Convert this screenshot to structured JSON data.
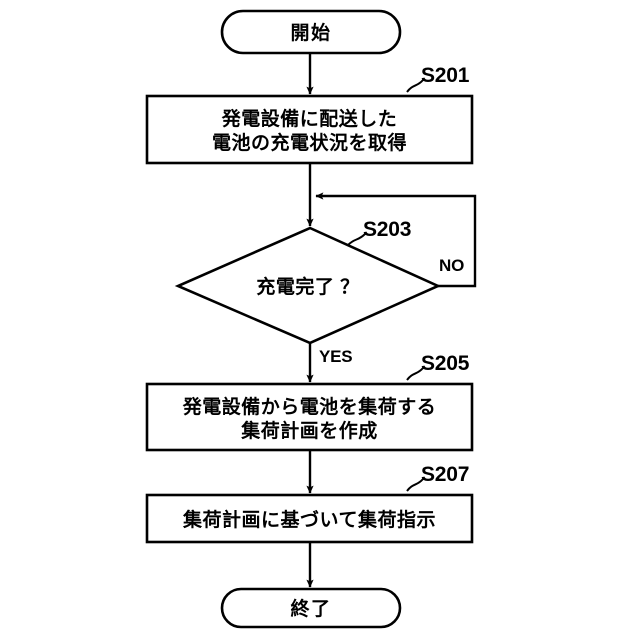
{
  "diagram": {
    "type": "flowchart",
    "title": "",
    "background_color": "#ffffff",
    "stroke_color": "#000000",
    "fill_color": "#ffffff",
    "nodes": [
      {
        "id": "start",
        "shape": "terminator",
        "label": "開始",
        "step": ""
      },
      {
        "id": "s201",
        "shape": "process",
        "label_line1": "発電設備に配送した",
        "label_line2": "電池の充電状況を取得",
        "step": "S201"
      },
      {
        "id": "s203",
        "shape": "decision",
        "label": "充電完了 ？",
        "step": "S203"
      },
      {
        "id": "s205",
        "shape": "process",
        "label_line1": "発電設備から電池を集荷する",
        "label_line2": "集荷計画を作成",
        "step": "S205"
      },
      {
        "id": "s207",
        "shape": "process",
        "label_line1": "集荷計画に基づいて集荷指示",
        "label_line2": "",
        "step": "S207"
      },
      {
        "id": "end",
        "shape": "terminator",
        "label": "終了",
        "step": ""
      }
    ],
    "edge_labels": {
      "yes": "YES",
      "no": "NO"
    }
  }
}
